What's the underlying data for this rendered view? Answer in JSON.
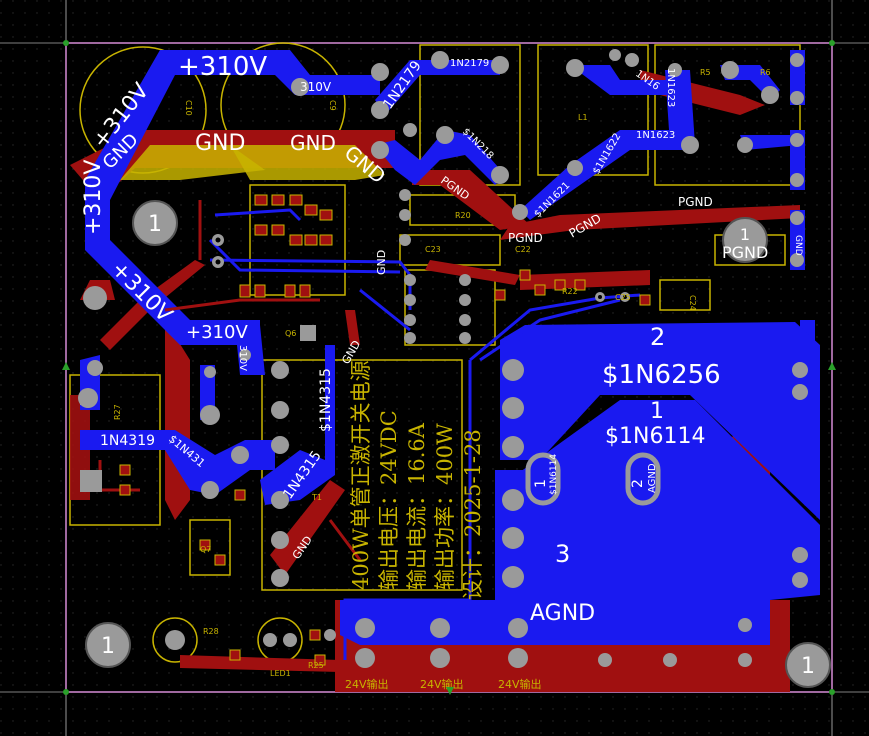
{
  "colors": {
    "background": "#000000",
    "outline": "#d68cd6",
    "top_copper": "#a01010",
    "bottom_copper": "#1a1af0",
    "silkscreen": "#c8b400",
    "pad": "#9a9a9a",
    "label": "#ffffff"
  },
  "net_labels": {
    "v310_top": "+310V",
    "v310_pad": "310V",
    "v310_diag1": "+310V",
    "v310_diag2": "+310V",
    "v310_low": "+310V",
    "v310_mid": "+310V",
    "v310_small": "310V",
    "gnd1": "GND",
    "gnd2": "GND",
    "gnd3": "GND",
    "gnd4": "GND",
    "gnd5": "GND",
    "gnd_v1": "GND",
    "gnd_v2": "GND",
    "gnd_v3": "GND",
    "pgnd1": "PGND",
    "pgnd2": "PGND",
    "pgnd3": "PGND",
    "pgnd4": "PGND",
    "pgnd5": "PGND",
    "agnd_big": "AGND",
    "agnd_pad": "AGND",
    "n2179a": "1N2179",
    "n2179b": "1N2179",
    "n2180": "$1N218",
    "n1623a": "1N1623",
    "n1623b": "1N1623",
    "n1621": "$1N1621",
    "n1622": "$1N1622",
    "n16x": "1N16",
    "n4319": "1N4319",
    "n431": "$1N431",
    "n4315a": "$1N4315",
    "n4315b": "1N4315",
    "n6256": "$1N6256",
    "n6114": "$1N6114",
    "n6114_small": "$1N6114"
  },
  "pin_numbers": {
    "p1": "1",
    "p2": "2",
    "p3": "3",
    "p4": "1",
    "p5": "2"
  },
  "mount_hole_label": "1",
  "silk_text": [
    "400W单管正激开关电源",
    "输出电压：24VDC",
    "输出电流：16.6A",
    "输出功率：400W",
    "设计：2025-1-28"
  ],
  "refdes": [
    "C10",
    "C9",
    "R20",
    "C23",
    "C22",
    "C24",
    "C25",
    "R22",
    "Q6",
    "L1",
    "R28",
    "R25",
    "LED1",
    "R27",
    "Q7",
    "T1",
    "R5",
    "R6"
  ],
  "connector_labels": [
    "24V输出",
    "24V输出",
    "24V输出"
  ],
  "icons": [
    "mounting-hole-icon"
  ]
}
